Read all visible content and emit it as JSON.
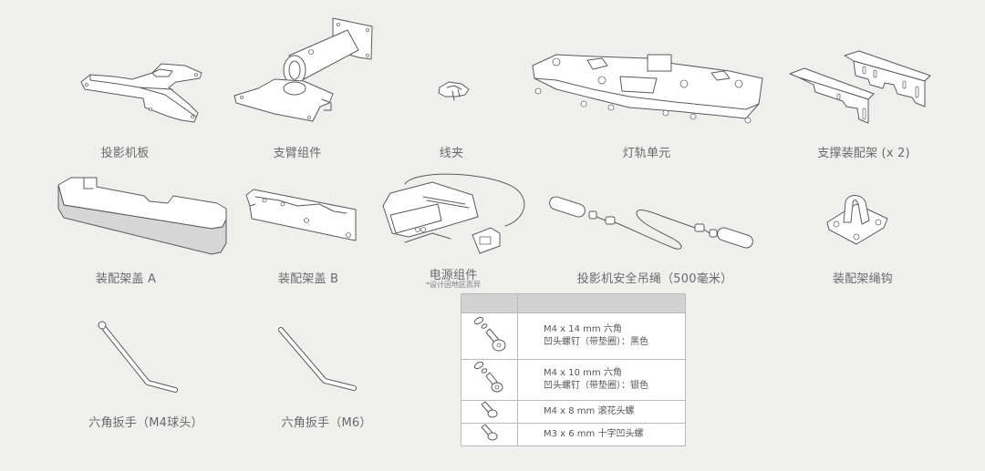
{
  "title": "包装清单",
  "parts": [
    {
      "id": "projector-plate",
      "label": "投影机板"
    },
    {
      "id": "arm-assembly",
      "label": "支臂组件"
    },
    {
      "id": "cable-clip",
      "label": "线夹"
    },
    {
      "id": "light-track-unit",
      "label": "灯轨单元"
    },
    {
      "id": "support-brackets",
      "label": "支撑装配架 (x 2)"
    },
    {
      "id": "bracket-cover-a",
      "label": "装配架盖 A"
    },
    {
      "id": "bracket-cover-b",
      "label": "装配架盖 B"
    },
    {
      "id": "power-assembly",
      "label": "电源组件",
      "note": "*设计因地区而异"
    },
    {
      "id": "safety-rope",
      "label": "投影机安全吊绳（500毫米）"
    },
    {
      "id": "bracket-rope-hook",
      "label": "装配架绳钩"
    },
    {
      "id": "hex-wrench-m4",
      "label": "六角扳手（M4球头）"
    },
    {
      "id": "hex-wrench-m6",
      "label": "六角扳手（M6）"
    }
  ],
  "screw_table": {
    "headers": [
      "",
      ""
    ],
    "rows": [
      {
        "icon": "screw-with-washers-icon",
        "line1": "M4 x 14 mm 六角",
        "line2": "凹头螺钉（带垫圈）：黑色"
      },
      {
        "icon": "screw-with-washers-icon",
        "line1": "M4 x 10 mm 六角",
        "line2": "凹头螺钉（带垫圈）：银色"
      },
      {
        "icon": "screw-icon",
        "line1": "M4 x 8 mm 滚花头螺",
        "line2": ""
      },
      {
        "icon": "screw-icon",
        "line1": "M3 x 6 mm 十字凹头螺",
        "line2": ""
      }
    ]
  }
}
